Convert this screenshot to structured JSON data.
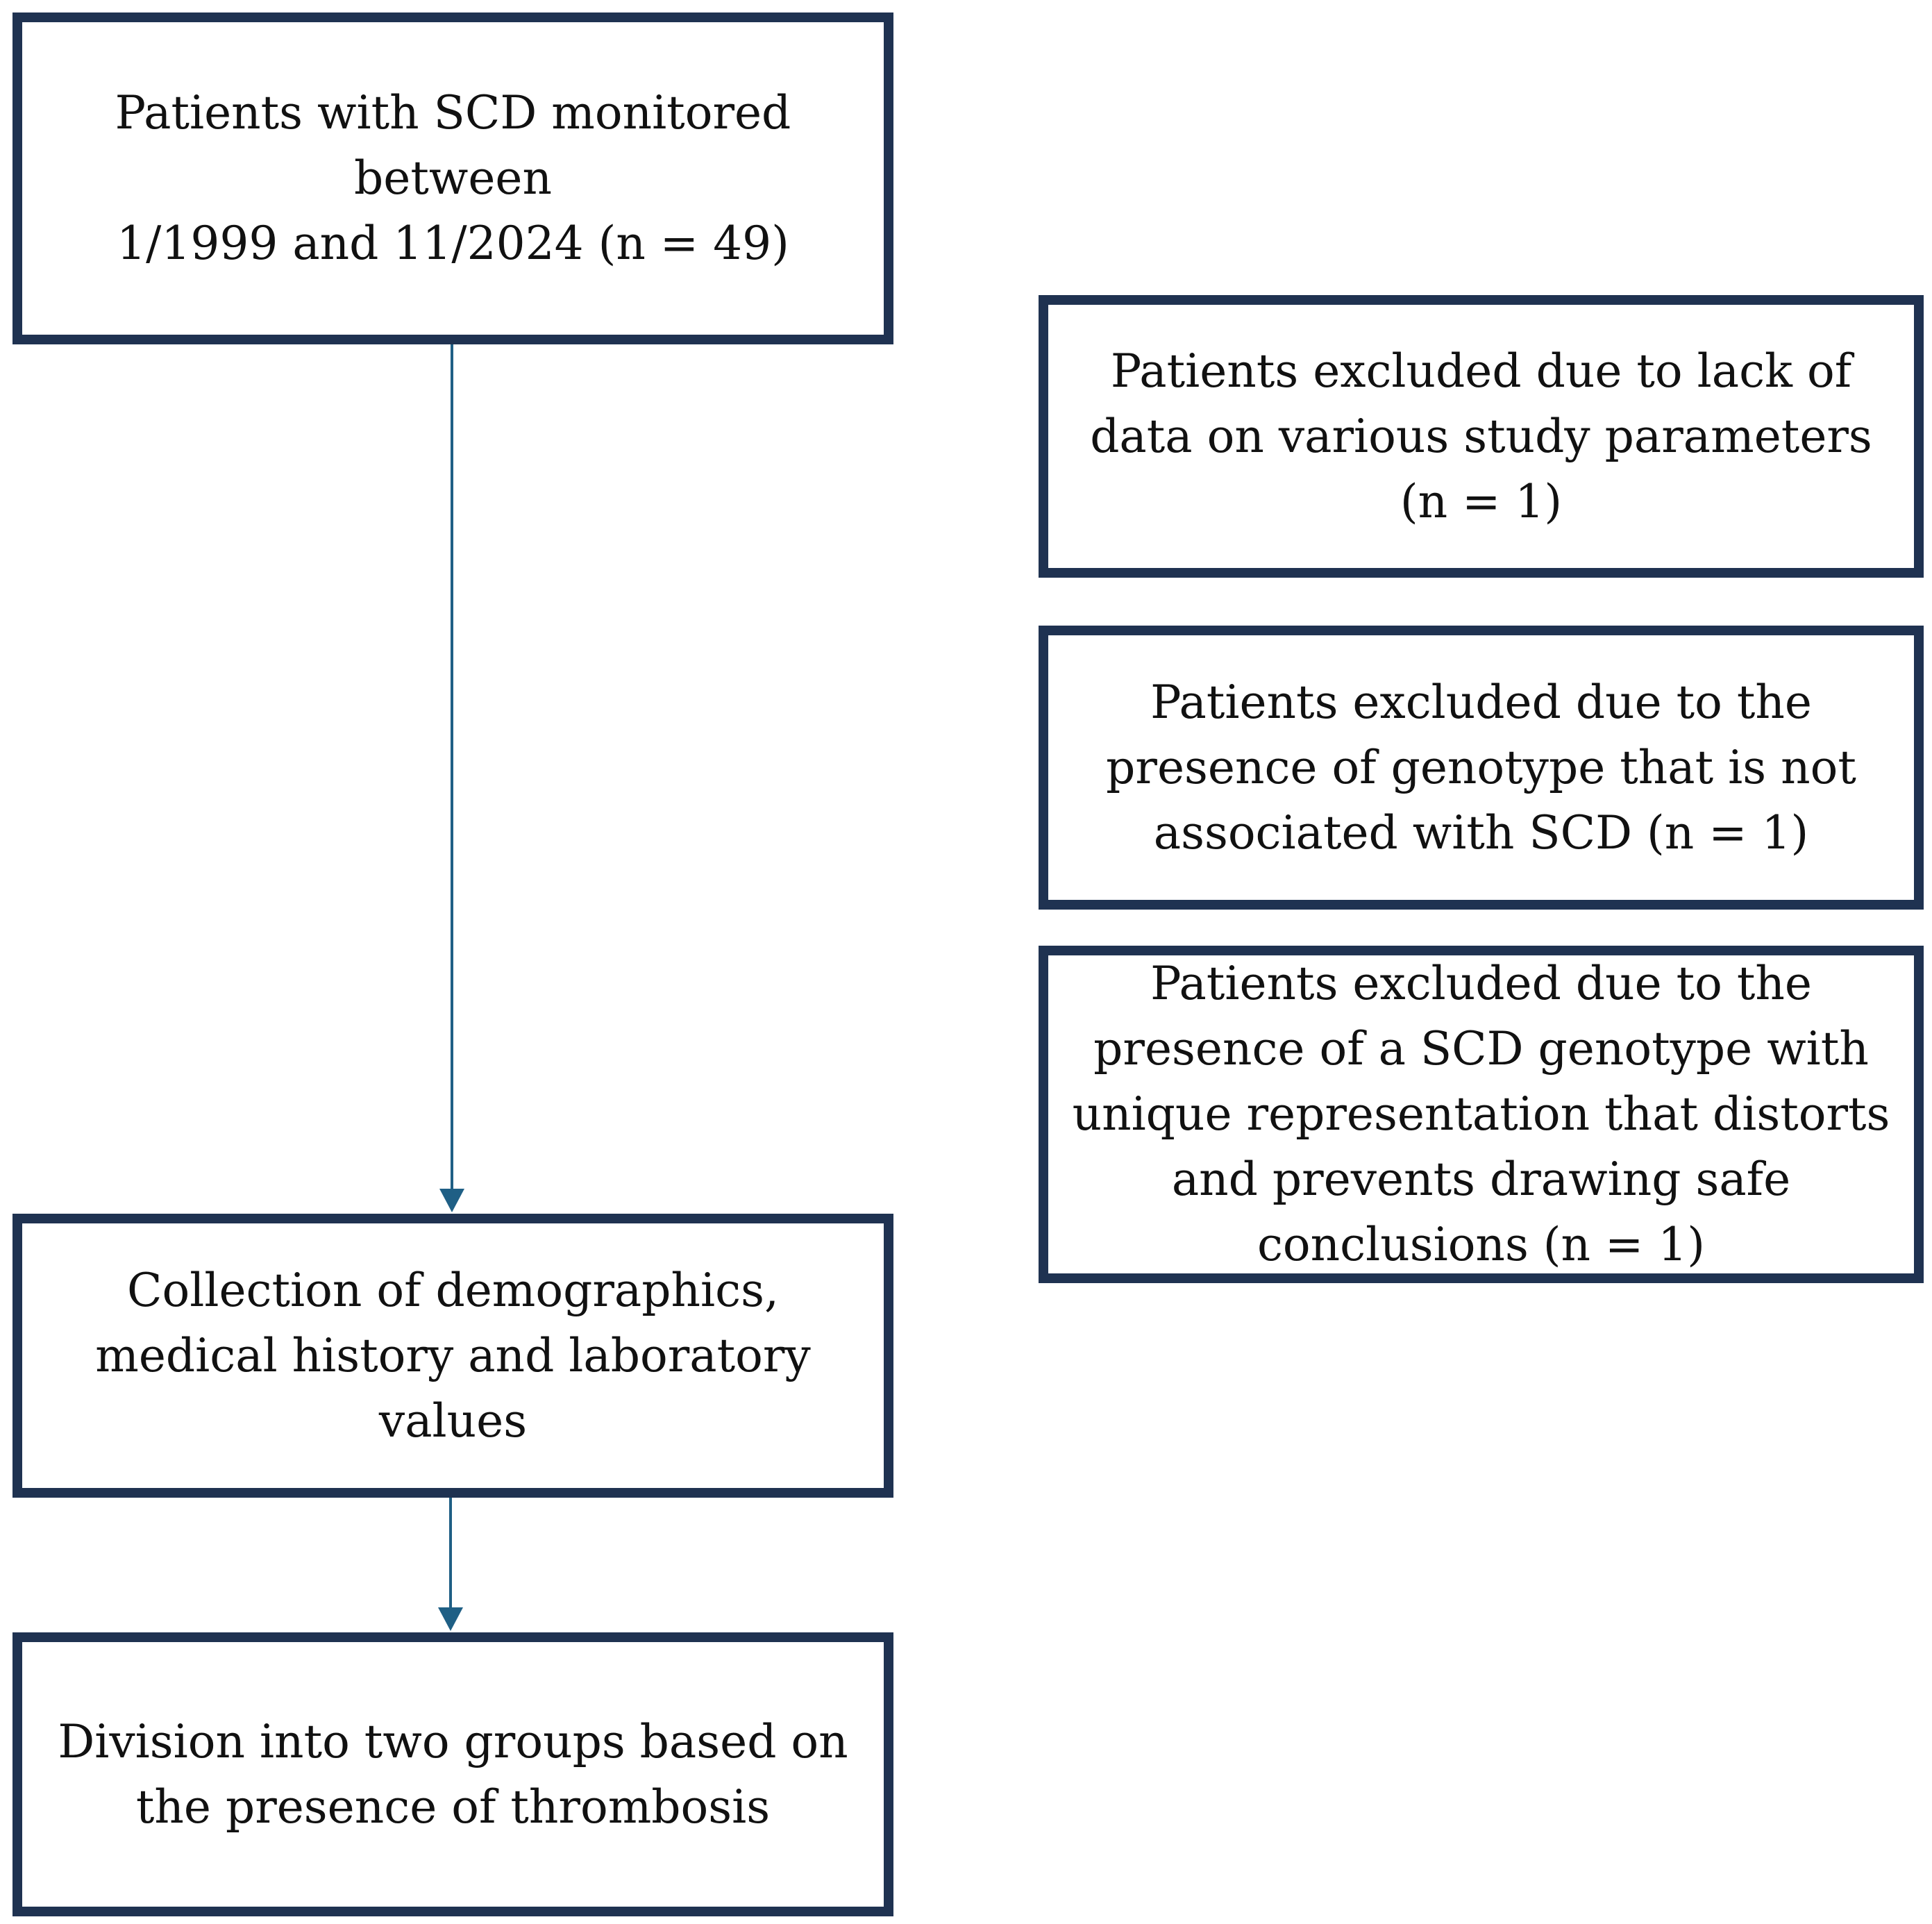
{
  "flowchart": {
    "start": {
      "lines": [
        "Patients with SCD monitored",
        "between",
        "1/1999 and 11/2024 (n = 49)"
      ]
    },
    "collection": {
      "lines": [
        "Collection of demographics,",
        "medical history and laboratory",
        "values"
      ]
    },
    "division": {
      "lines": [
        "Division into two groups based on",
        "the presence of thrombosis"
      ]
    },
    "exclusions": [
      {
        "lines": [
          "Patients excluded due to lack of",
          "data on various study parameters",
          "(n = 1)"
        ]
      },
      {
        "lines": [
          "Patients excluded due to the",
          "presence of genotype that is not",
          "associated with SCD (n = 1)"
        ]
      },
      {
        "lines": [
          "Patients excluded due to the",
          "presence of a SCD genotype with",
          "unique representation that distorts",
          "and prevents drawing safe",
          "conclusions (n = 1)"
        ]
      }
    ]
  },
  "colors": {
    "box_border": "#1f3251",
    "arrow": "#1f5f85",
    "text": "#111111"
  }
}
